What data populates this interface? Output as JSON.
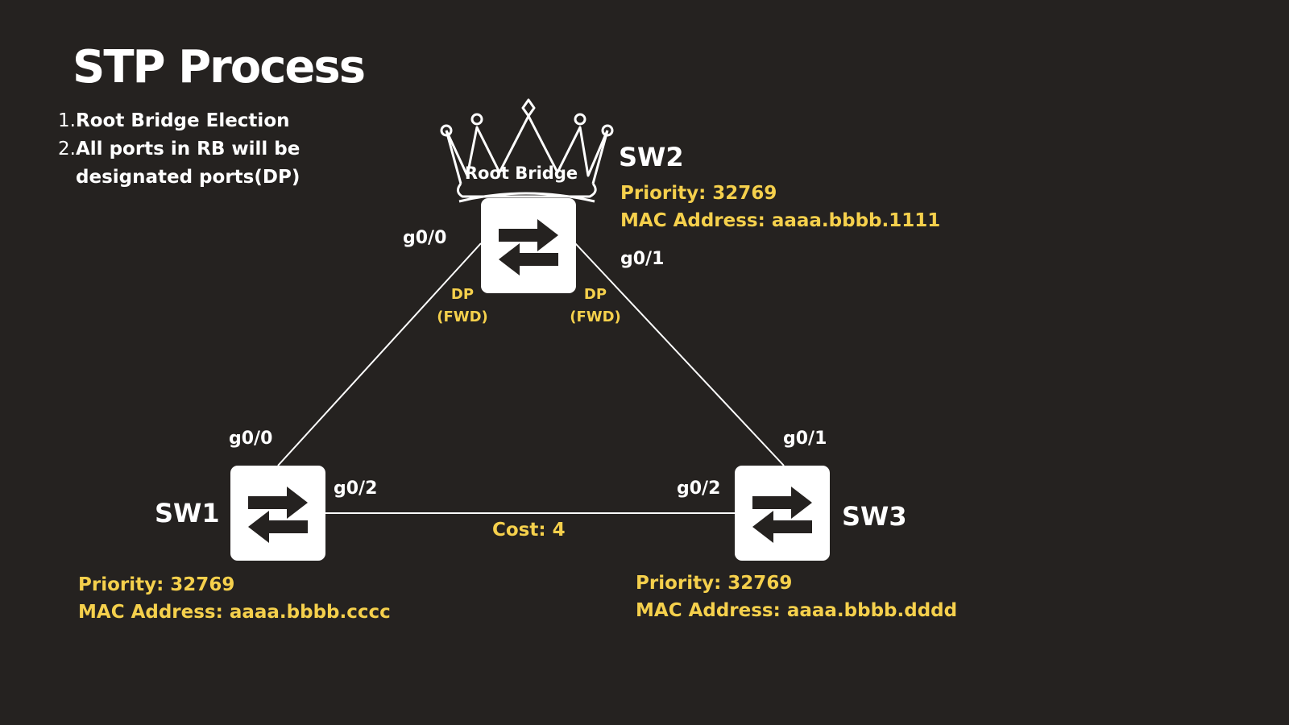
{
  "title": "STP Process",
  "steps": [
    {
      "num": "1.",
      "text": "Root Bridge Election"
    },
    {
      "num": "2.",
      "text": "All ports in RB will be designated ports(DP)"
    }
  ],
  "colors": {
    "background": "#252220",
    "text": "#ffffff",
    "accent": "#f5d04c"
  },
  "root_bridge_label": "Root Bridge",
  "switches": {
    "sw2": {
      "name": "SW2",
      "priority": "Priority: 32769",
      "mac": "MAC Address: aaaa.bbbb.1111",
      "icon": "switch-arrows-icon"
    },
    "sw1": {
      "name": "SW1",
      "priority": "Priority: 32769",
      "mac": "MAC Address: aaaa.bbbb.cccc",
      "icon": "switch-arrows-icon"
    },
    "sw3": {
      "name": "SW3",
      "priority": "Priority: 32769",
      "mac": "MAC Address: aaaa.bbbb.dddd",
      "icon": "switch-arrows-icon"
    }
  },
  "ports": {
    "sw2_left": "g0/0",
    "sw2_right": "g0/1",
    "sw1_top": "g0/0",
    "sw1_right": "g0/2",
    "sw3_top": "g0/1",
    "sw3_left": "g0/2"
  },
  "port_roles": {
    "sw2_left": {
      "role": "DP",
      "state": "(FWD)"
    },
    "sw2_right": {
      "role": "DP",
      "state": "(FWD)"
    }
  },
  "link_cost": "Cost: 4"
}
